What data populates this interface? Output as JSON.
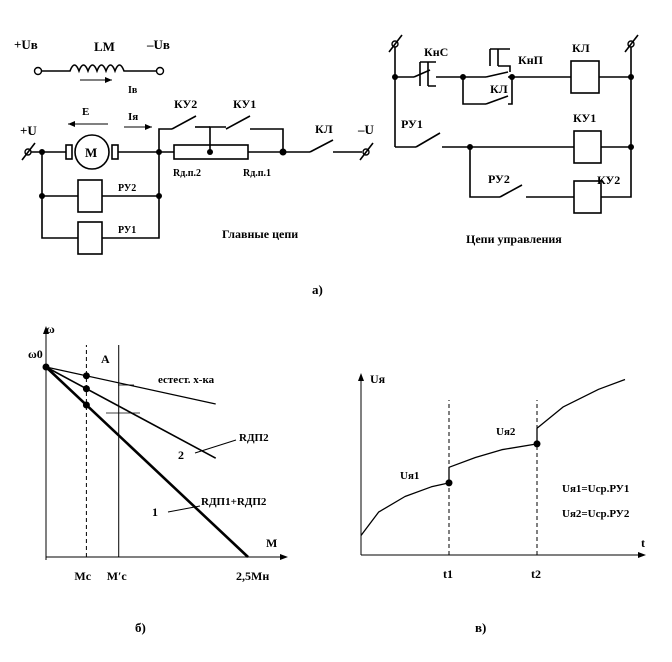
{
  "panel_labels": {
    "a": "а)",
    "b": "б)",
    "c": "в)"
  },
  "main_circuit": {
    "field": {
      "plus": "+Uв",
      "minus": "–Uв",
      "winding": "LM",
      "current": "Iв"
    },
    "armature": {
      "plus": "+U",
      "minus": "–U",
      "motor": "M",
      "emf": "Е",
      "current": "Iя",
      "contact_ku2": "КУ2",
      "contact_ku1": "КУ1",
      "contact_kl": "КЛ",
      "resistor_2": "Rд.п.2",
      "resistor_1": "Rд.п.1",
      "relay_ru2": "РУ2",
      "relay_ru1": "РУ1"
    },
    "caption": "Главные цепи"
  },
  "control_circuit": {
    "button_start": "КнС",
    "button_stop": "КнП",
    "kl_contact": "КЛ",
    "kl_coil": "КЛ",
    "ru1_contact": "РУ1",
    "ku1_coil": "КУ1",
    "ru2_contact": "РУ2",
    "ku2_coil": "КУ2",
    "caption": "Цепи управления"
  },
  "chart_data": [
    {
      "type": "line",
      "ylabel": "ω",
      "xlabel": "М",
      "y_origin_label": "ω0",
      "point_label": "А",
      "x_ticks": [
        "Мс",
        "М′с",
        "2,5Мн"
      ],
      "x_tick_values": [
        0.5,
        0.9,
        2.5
      ],
      "xlim": [
        0,
        2.6
      ],
      "ylim": [
        0,
        1.1
      ],
      "series": [
        {
          "name": "естест. х-ка",
          "x": [
            0,
            2.1
          ],
          "y": [
            1.0,
            0.805
          ]
        },
        {
          "name": "2",
          "x": [
            0,
            2.1
          ],
          "y": [
            1.0,
            0.52
          ]
        },
        {
          "name": "1",
          "x": [
            0,
            2.5
          ],
          "y": [
            1.0,
            0.0
          ]
        }
      ],
      "series_labels": {
        "natural": "естест. х-ка",
        "curve2_num": "2",
        "curve2_res": "RДП2",
        "curve1_num": "1",
        "curve1_res": "RДП1+RДП2"
      }
    },
    {
      "type": "line",
      "ylabel": "Uя",
      "xlabel": "t",
      "x_ticks": [
        "t1",
        "t2"
      ],
      "x_tick_values": [
        1,
        2
      ],
      "xlim": [
        0,
        3.1
      ],
      "ylim": [
        0,
        1.0
      ],
      "series": [
        {
          "name": "Uя",
          "x": [
            0,
            0.2,
            0.5,
            0.8,
            1.0,
            1.0,
            1.3,
            1.6,
            2.0,
            2.0,
            2.3,
            2.7,
            3.0
          ],
          "y": [
            0.1,
            0.22,
            0.3,
            0.35,
            0.37,
            0.45,
            0.5,
            0.54,
            0.57,
            0.65,
            0.76,
            0.85,
            0.9
          ]
        }
      ],
      "annotations": {
        "u1": "Uя1",
        "u2": "Uя2",
        "eq1": "Uя1=Uср.РУ1",
        "eq2": "Uя2=Uср.РУ2"
      }
    }
  ]
}
